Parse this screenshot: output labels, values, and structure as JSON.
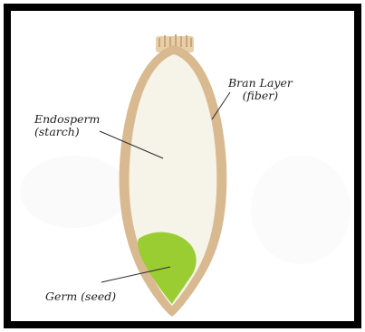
{
  "labels": {
    "endosperm": {
      "line1": "Endosperm",
      "line2": "(starch)"
    },
    "bran": {
      "line1": "Bran Layer",
      "line2": "(fiber)"
    },
    "germ": {
      "line1": "Germ (seed)"
    }
  },
  "colors": {
    "frame": "#000000",
    "bran_layer": "#d9b98f",
    "endosperm": "#f6f3e8",
    "germ": "#9acd32",
    "brush_tip": "#d9b98f"
  }
}
